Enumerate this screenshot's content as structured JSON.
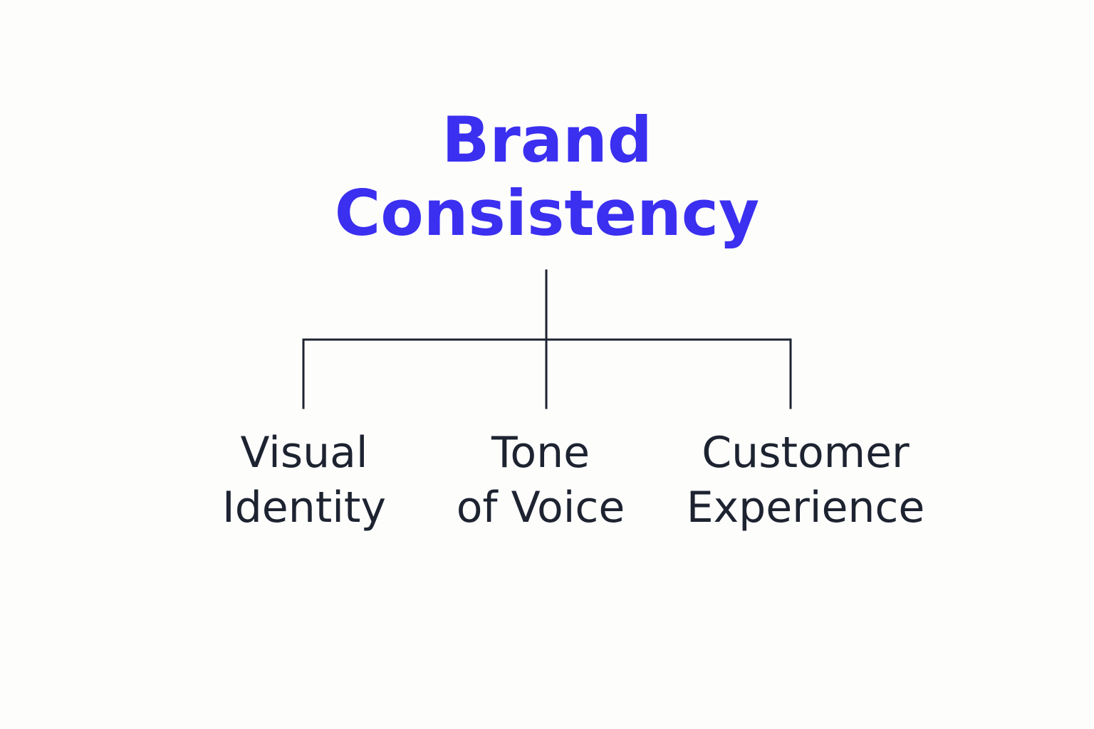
{
  "colors": {
    "accent": "#3b2ff0",
    "text": "#1d2330",
    "line": "#1d2330",
    "background": "#fdfdfc"
  },
  "root": {
    "line1": "Brand",
    "line2": "Consistency"
  },
  "children": [
    {
      "line1": "Visual",
      "line2": "Identity"
    },
    {
      "line1": "Tone",
      "line2": "of Voice"
    },
    {
      "line1": "Customer",
      "line2": "Experience"
    }
  ]
}
